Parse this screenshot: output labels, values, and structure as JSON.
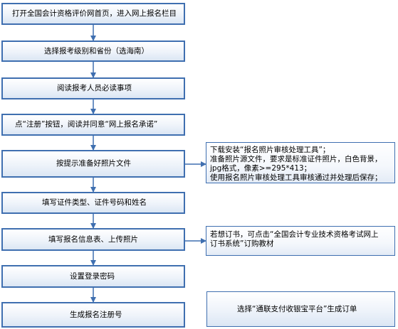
{
  "steps": [
    "打开全国会计资格评价网首页，进入网上报名栏目",
    "选择报考级别和省份（选海南）",
    "阅读报考人员必读事项",
    "点“注册”按钮，阅读并同意“网上报名承诺”",
    "按提示准备好照片文件",
    "填写证件类型、证件号码和姓名",
    "填写报名信息表、上传照片",
    "设置登录密码",
    "生成报名注册号"
  ],
  "notes": {
    "photo": [
      "下载安装“报名照片审核处理工具”；",
      "准备照片源文件，要求是标准证件照片，白色背景，",
      "jpg格式，像素>=295*413；",
      "使用报名照片审核处理工具审核通过并处理后保存；"
    ],
    "books": [
      "若想订书，可点击“全国会计专业技术资格考试网上",
      "订书系统”订购教材"
    ],
    "payment": "选择“通联支付收银宝平台”生成订单"
  },
  "colors": {
    "border": "#3f6fb0",
    "arrow": "#3f6fb0"
  }
}
